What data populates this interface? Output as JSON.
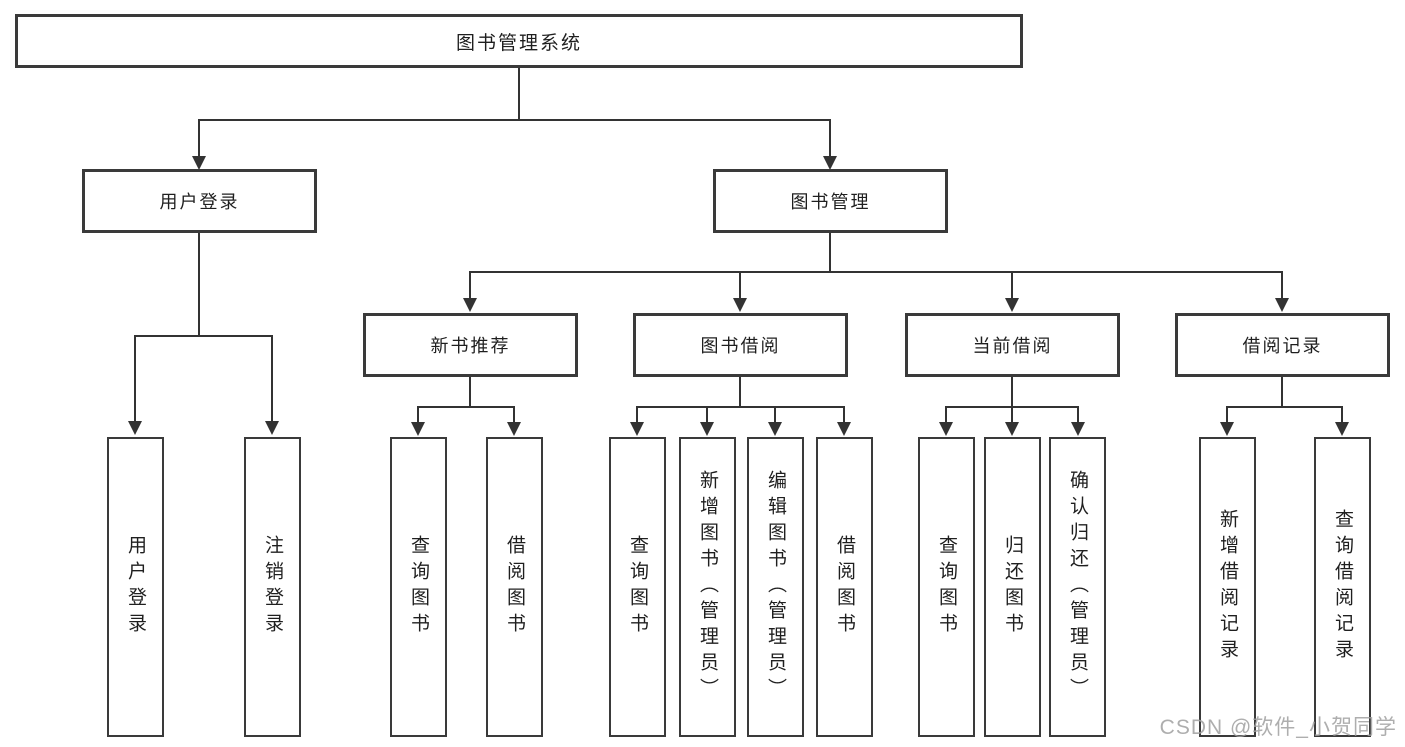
{
  "tree": {
    "root": {
      "label": "图书管理系统"
    },
    "branches": [
      {
        "label": "用户登录",
        "children": [
          {
            "label": "用户登录"
          },
          {
            "label": "注销登录"
          }
        ]
      },
      {
        "label": "图书管理",
        "children": [
          {
            "label": "新书推荐",
            "children": [
              {
                "label": "查询图书"
              },
              {
                "label": "借阅图书"
              }
            ]
          },
          {
            "label": "图书借阅",
            "children": [
              {
                "label": "查询图书"
              },
              {
                "label": "新增图书（管理员）"
              },
              {
                "label": "编辑图书（管理员）"
              },
              {
                "label": "借阅图书"
              }
            ]
          },
          {
            "label": "当前借阅",
            "children": [
              {
                "label": "查询图书"
              },
              {
                "label": "归还图书"
              },
              {
                "label": "确认归还（管理员）"
              }
            ]
          },
          {
            "label": "借阅记录",
            "children": [
              {
                "label": "新增借阅记录"
              },
              {
                "label": "查询借阅记录"
              }
            ]
          }
        ]
      }
    ]
  },
  "watermark": {
    "text": "CSDN @软件_小贺同学"
  },
  "colors": {
    "line": "#333333",
    "box_border": "#3a3a3a",
    "text": "#1f1f1f",
    "background": "#ffffff",
    "watermark": "#a0a0a0"
  }
}
